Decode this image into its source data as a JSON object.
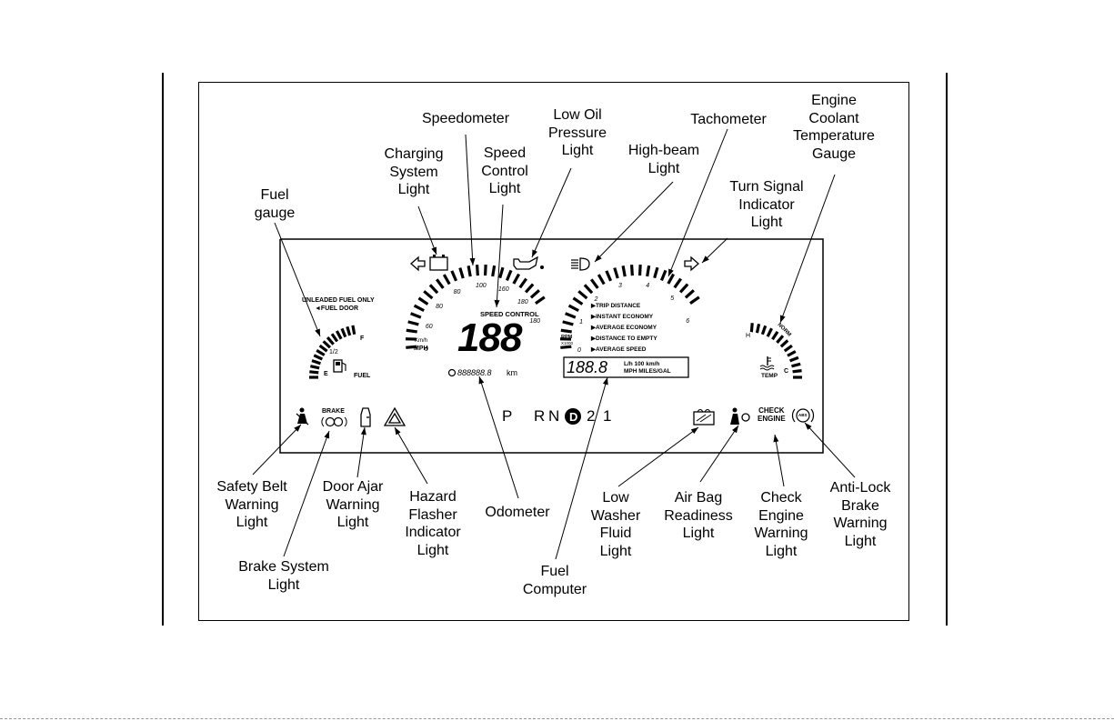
{
  "callouts": {
    "fuel_gauge": "Fuel\ngauge",
    "charging_system_light": "Charging\nSystem\nLight",
    "speedometer": "Speedometer",
    "speed_control_light": "Speed\nControl\nLight",
    "low_oil_pressure_light": "Low Oil\nPressure\nLight",
    "high_beam_light": "High-beam\nLight",
    "tachometer": "Tachometer",
    "engine_coolant_temperature_gauge": "Engine\nCoolant\nTemperature\nGauge",
    "turn_signal_indicator_light": "Turn Signal\nIndicator\nLight",
    "safety_belt_warning_light": "Safety Belt\nWarning\nLight",
    "brake_system_light": "Brake System\nLight",
    "door_ajar_warning_light": "Door Ajar\nWarning\nLight",
    "hazard_flasher_indicator_light": "Hazard\nFlasher\nIndicator\nLight",
    "odometer": "Odometer",
    "fuel_computer": "Fuel\nComputer",
    "low_washer_fluid_light": "Low\nWasher\nFluid\nLight",
    "air_bag_readiness_light": "Air Bag\nReadiness\nLight",
    "check_engine_warning_light": "Check\nEngine\nWarning\nLight",
    "anti_lock_brake_warning_light": "Anti-Lock\nBrake\nWarning\nLight"
  },
  "panel": {
    "unleaded_fuel_only": "UNLEADED FUEL ONLY",
    "fuel_door": "◄FUEL DOOR",
    "fuel_f": "F",
    "fuel_half": "1/2",
    "fuel_e": "E",
    "fuel_label": "FUEL",
    "speed_control": "SPEED CONTROL",
    "kmh": "Km/h",
    "mph": "MPH",
    "speed_digits": "188",
    "speedo_ticks": [
      "0",
      "60",
      "80",
      "80",
      "100",
      "160",
      "180",
      "180"
    ],
    "odometer_readout": "888888.8",
    "odometer_unit": "km",
    "tacho_ticks": [
      "0",
      "1",
      "2",
      "3",
      "4",
      "5",
      "6"
    ],
    "rpm": "RPM",
    "rpm_scale": "X1000",
    "fuel_computer_items": [
      "TRIP DISTANCE",
      "INSTANT ECONOMY",
      "AVERAGE ECONOMY",
      "DISTANCE TO EMPTY",
      "AVERAGE SPEED"
    ],
    "computer_digits": "188.8",
    "computer_units_metric": "L/h 100 km/h",
    "computer_units_us": "MPH MILES/GAL",
    "temp_h": "H",
    "temp_norm": "NORM",
    "temp_c": "C",
    "temp_label": "TEMP",
    "brake": "BRAKE",
    "check_engine": "CHECK\nENGINE",
    "abs": "ABS",
    "gears": [
      "P",
      "R",
      "N",
      "D",
      "2",
      "1"
    ]
  }
}
